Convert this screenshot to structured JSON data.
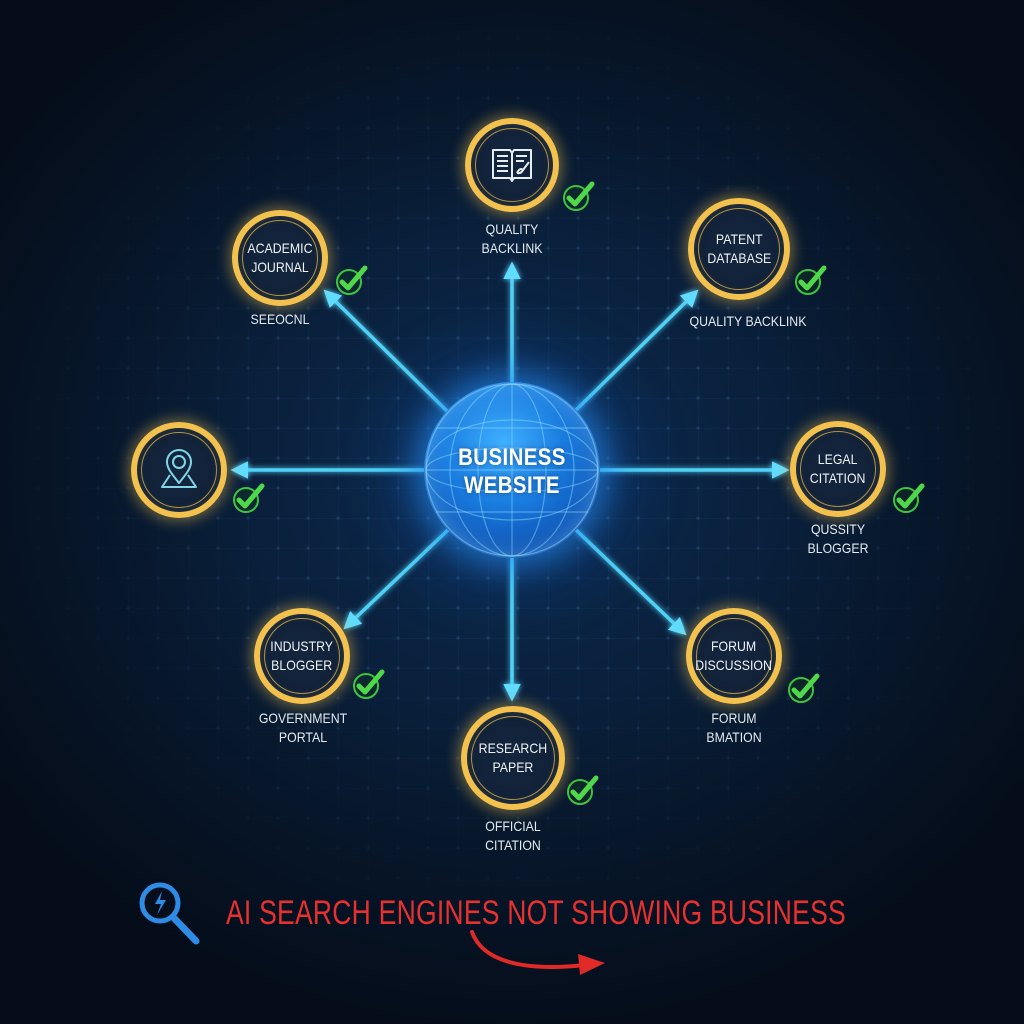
{
  "diagram": {
    "type": "hub-and-spoke",
    "hub": {
      "label_line1": "BUSINESS",
      "label_line2": "WEBSITE",
      "icon": "globe-icon",
      "color": "#1a7de0"
    },
    "colors": {
      "background": "#0a2240",
      "ring": "#f2c14e",
      "arrow": "#4fd2f5",
      "check": "#3ec43e",
      "warning_text": "#e8302e"
    },
    "nodes": [
      {
        "id": "quality-backlink-top",
        "icon": "open-book-icon",
        "label": "",
        "caption_line1": "QUALITY",
        "caption_line2": "BACKLINK",
        "verified": true
      },
      {
        "id": "academic-journal",
        "icon": "",
        "label_line1": "ACADEMIC",
        "label_line2": "JOURNAL",
        "caption_line1": "SEEOCNL",
        "caption_line2": "",
        "verified": true
      },
      {
        "id": "patent-database",
        "icon": "",
        "label_line1": "PATENT",
        "label_line2": "DATABASE",
        "caption_line1": "QUALITY BACKLINK",
        "caption_line2": "",
        "verified": true
      },
      {
        "id": "location",
        "icon": "map-pin-icon",
        "label": "",
        "caption_line1": "",
        "caption_line2": "",
        "verified": true
      },
      {
        "id": "legal-citation",
        "icon": "",
        "label_line1": "LEGAL",
        "label_line2": "CITATION",
        "caption_line1": "QUSSITY",
        "caption_line2": "BLOGGER",
        "verified": true
      },
      {
        "id": "industry-blogger",
        "icon": "",
        "label_line1": "INDUSTRY",
        "label_line2": "BLOGGER",
        "caption_line1": "GOVERNMENT",
        "caption_line2": "PORTAL",
        "verified": true
      },
      {
        "id": "forum-discussion",
        "icon": "",
        "label_line1": "FORUM",
        "label_line2": "DISCUSSION",
        "caption_line1": "FORUM",
        "caption_line2": "BMATION",
        "verified": true
      },
      {
        "id": "research-paper",
        "icon": "",
        "label_line1": "RESEARCH",
        "label_line2": "PAPER",
        "caption_line1": "OFFICIAL",
        "caption_line2": "CITATION",
        "verified": true
      }
    ]
  },
  "footer": {
    "icon": "search-lightning-icon",
    "headline": "AI SEARCH ENGINES NOT SHOWING BUSINESS",
    "arrow": "curved-arrow-right-icon"
  }
}
